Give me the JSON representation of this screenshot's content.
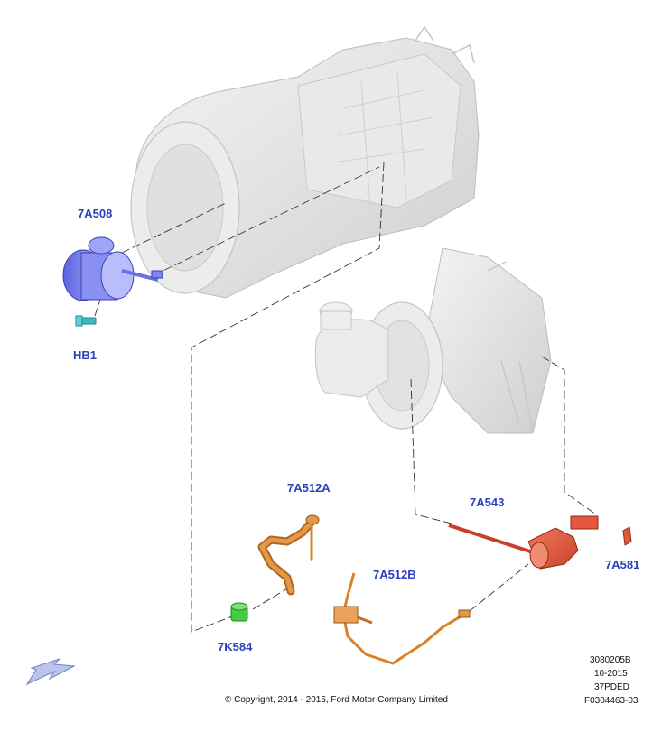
{
  "callouts": {
    "c7a508": "7A508",
    "hb1": "HB1",
    "c7a512a": "7A512A",
    "c7a512b": "7A512B",
    "c7a543": "7A543",
    "c7a581": "7A581",
    "c7k584": "7K584"
  },
  "meta": {
    "ref_code": "3080205B",
    "date": "10-2015",
    "model_code": "37PDED",
    "figure_id": "F0304463-03"
  },
  "copyright": "© Copyright, 2014 - 2015, Ford Motor Company Limited",
  "icons": {
    "nav_arrow": "arrow-down-left-icon"
  },
  "colors": {
    "label": "#2a3fbf",
    "housing": "#e6e6e6",
    "slave_cylinder": "#7d84f0",
    "hydraulic_line": "#d9822b",
    "master_cylinder": "#e4573d",
    "bolt": "#3fb8c4",
    "bushing": "#44cc44"
  }
}
